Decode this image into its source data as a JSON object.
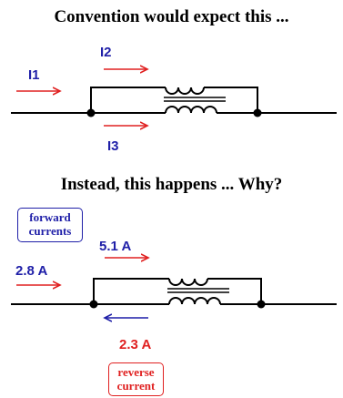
{
  "top_diagram": {
    "heading": "Convention would expect this ...",
    "labels": {
      "i1": "I1",
      "i2": "I2",
      "i3": "I3"
    }
  },
  "bottom_diagram": {
    "heading": "Instead, this happens ... Why?",
    "forward_box": {
      "line1": "forward",
      "line2": "currents"
    },
    "reverse_box": {
      "line1": "reverse",
      "line2": "current"
    },
    "labels": {
      "inflow": "2.8 A",
      "upper": "5.1 A",
      "lower": "2.3 A"
    }
  },
  "colors": {
    "wire": "#000000",
    "arrow_red": "#e02020",
    "arrow_blue": "#1f1fa8",
    "label_blue": "#1f1fa8",
    "label_red": "#e02020"
  }
}
